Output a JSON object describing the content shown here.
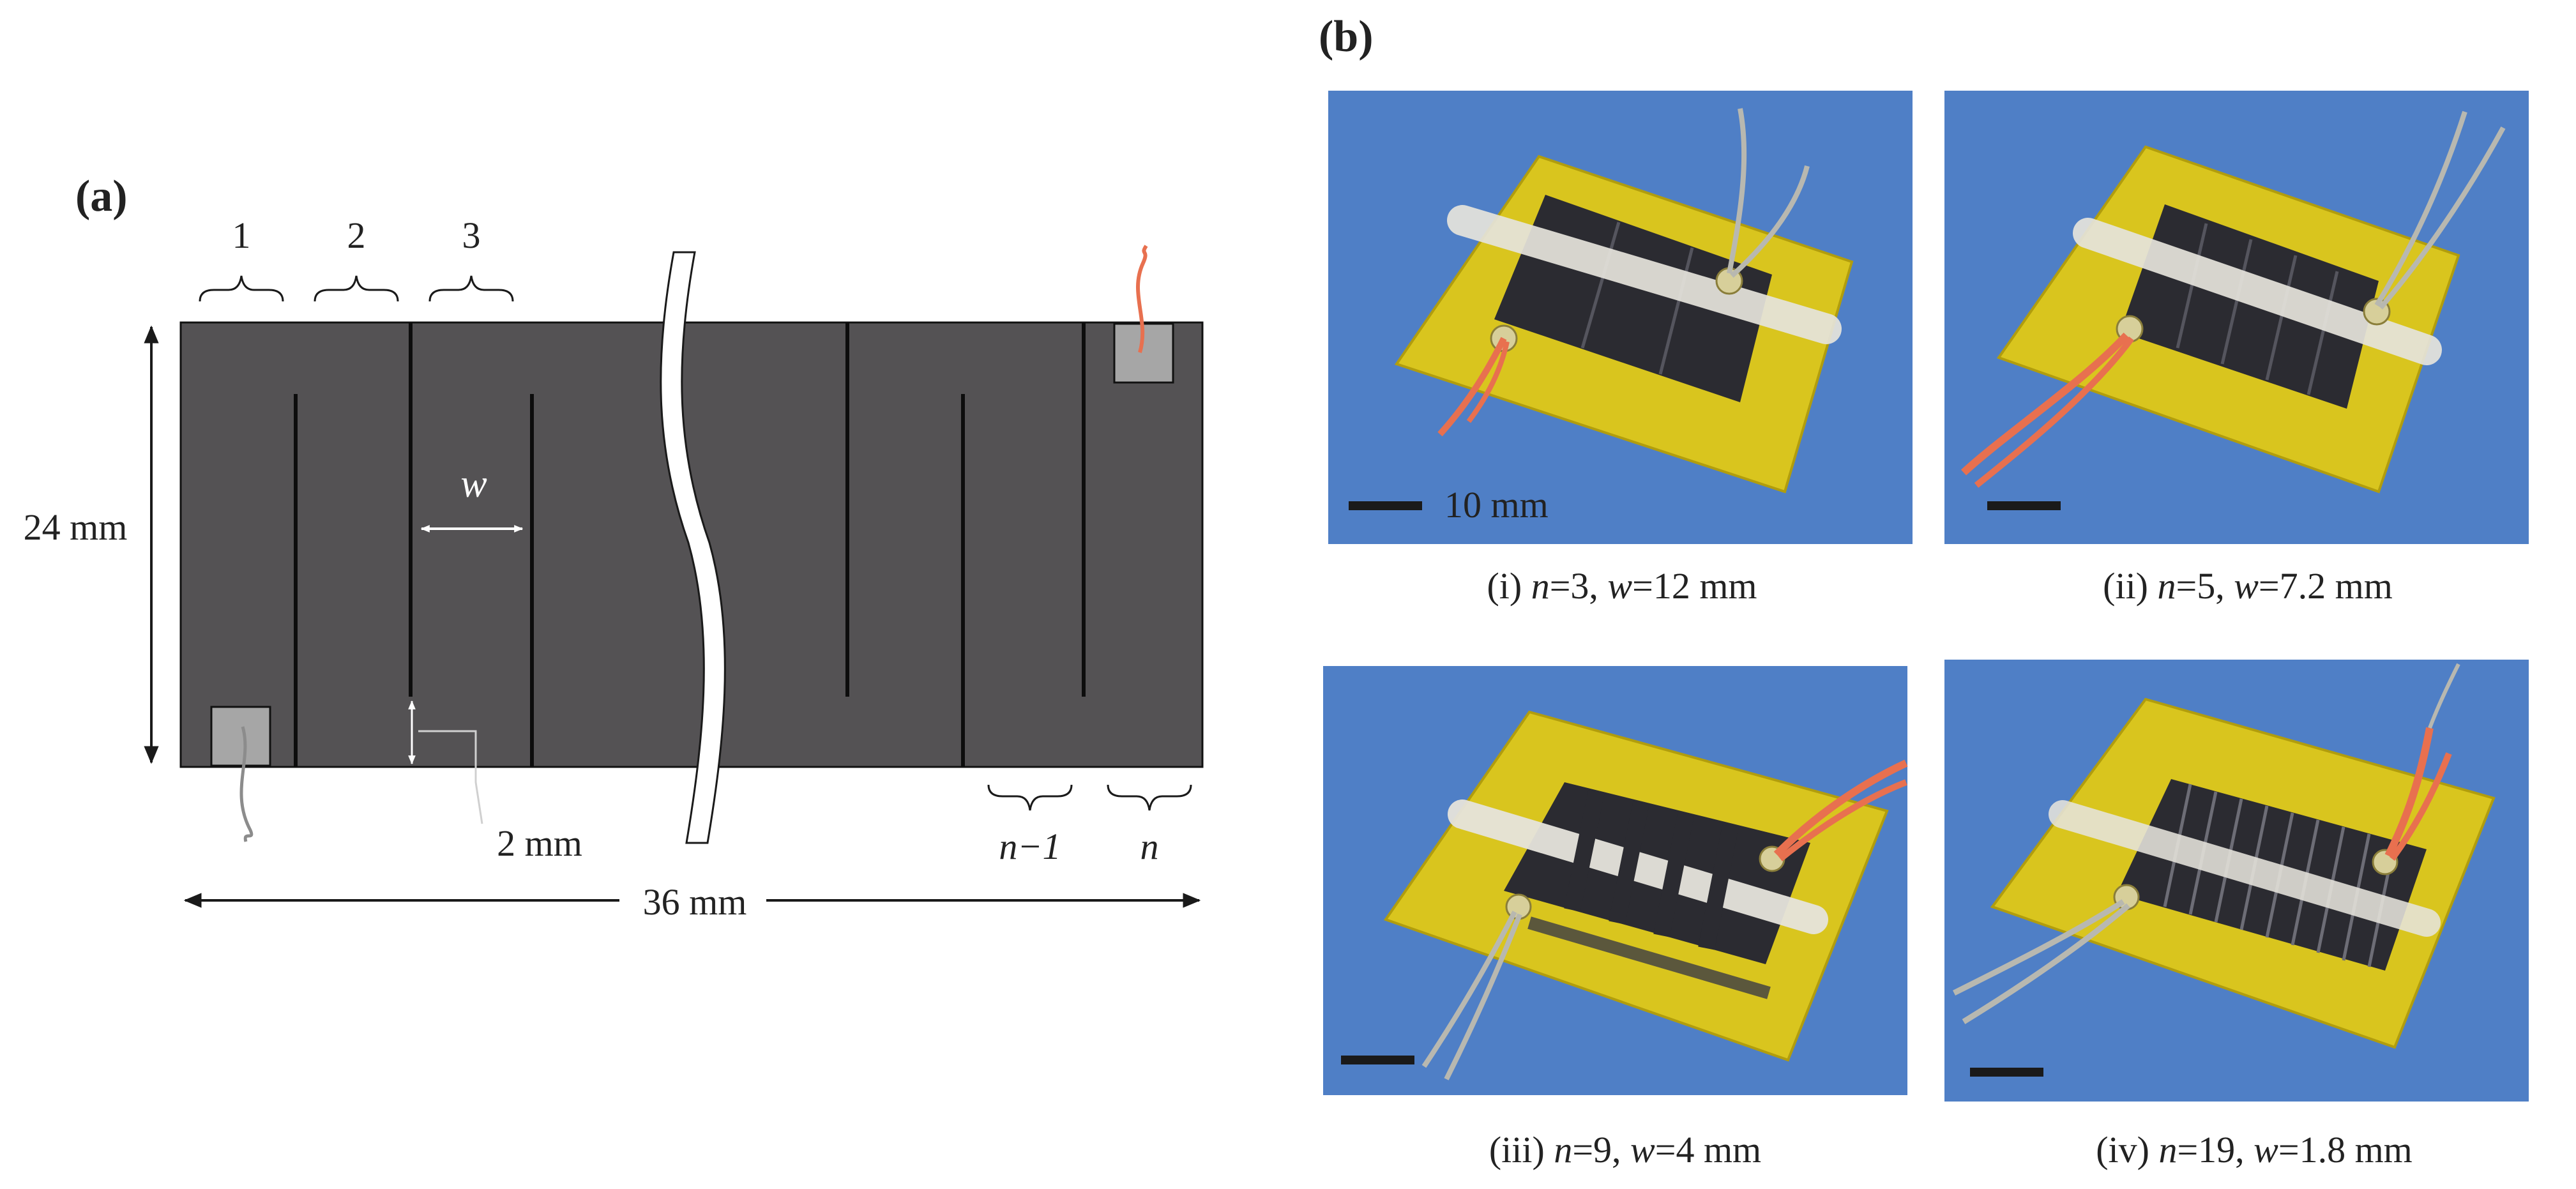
{
  "panel_a": {
    "label": "(a)",
    "strip_labels": {
      "s1": "1",
      "s2": "2",
      "s3": "3",
      "sn1": "n−1",
      "sn": "n"
    },
    "dims": {
      "height": "24 mm",
      "width": "36 mm",
      "gap": "2 mm",
      "w": "w"
    },
    "colors": {
      "strip": "#545254",
      "pad": "#a6a6a6",
      "wire_red": "#e8704f",
      "wire_grey": "#8c8c8c"
    }
  },
  "panel_b": {
    "label": "(b)",
    "scale_bar": "10 mm",
    "photos": [
      {
        "pre": "(i) ",
        "n": "3",
        "w": "12 mm"
      },
      {
        "pre": "(ii) ",
        "n": "5",
        "w": "7.2 mm"
      },
      {
        "pre": "(iii) ",
        "n": "9",
        "w": "4 mm"
      },
      {
        "pre": "(iv) ",
        "n": "19",
        "w": "1.8 mm"
      }
    ],
    "colors": {
      "background": "#4f7fc6",
      "substrate": "#d9c51e",
      "film": "#2b2b31",
      "rod": "#e6e4dc"
    }
  }
}
